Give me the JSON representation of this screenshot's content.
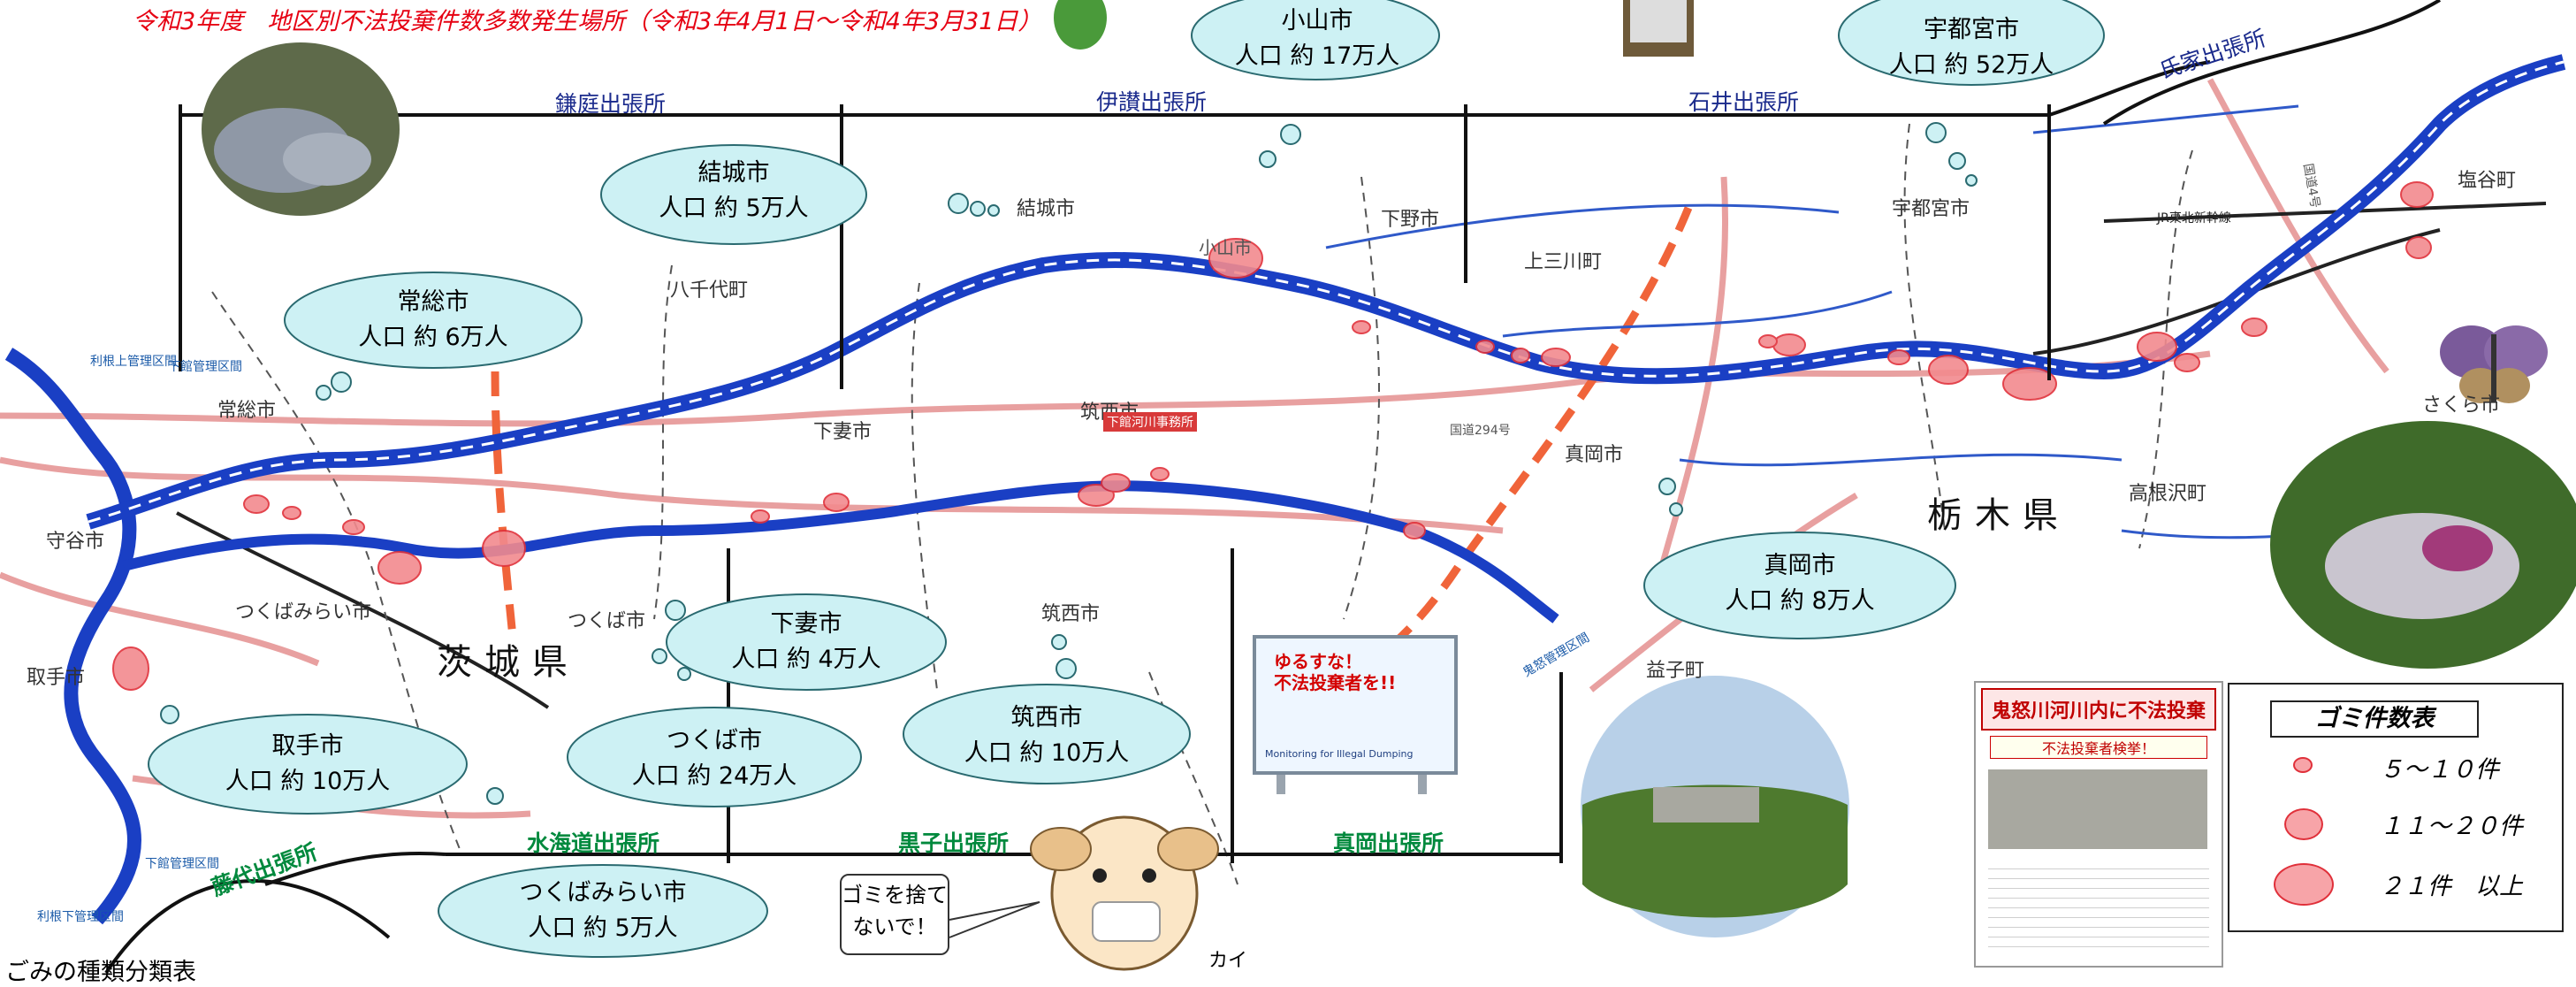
{
  "title": "令和3年度　地区別不法投棄件数多数発生場所（令和3年4月1日～令和4年3月31日）",
  "footer": "ごみの種類分類表",
  "clouds": [
    {
      "name": "小山市",
      "pop": "人口 約 17万人"
    },
    {
      "name": "宇都宮市",
      "pop": "人口 約 52万人"
    },
    {
      "name": "結城市",
      "pop": "人口 約 5万人"
    },
    {
      "name": "常総市",
      "pop": "人口 約 6万人"
    },
    {
      "name": "下妻市",
      "pop": "人口 約 4万人"
    },
    {
      "name": "筑西市",
      "pop": "人口 約 10万人"
    },
    {
      "name": "取手市",
      "pop": "人口 約 10万人"
    },
    {
      "name": "つくば市",
      "pop": "人口 約 24万人"
    },
    {
      "name": "つくばみらい市",
      "pop": "人口 約 5万人"
    },
    {
      "name": "真岡市",
      "pop": "人口 約 8万人"
    }
  ],
  "offices_top": [
    "鎌庭出張所",
    "伊讃出張所",
    "石井出張所",
    "氏家出張所"
  ],
  "offices_bottom": [
    "水海道出張所",
    "黒子出張所",
    "真岡出張所",
    "藤代出張所"
  ],
  "places": [
    "結城市",
    "下野市",
    "宇都宮市",
    "塩谷町",
    "八千代町",
    "上三川町",
    "さくら市",
    "常総市",
    "筑西市",
    "真岡市",
    "高根沢町",
    "守谷市",
    "つくばみらい市",
    "つくば市",
    "下妻市",
    "筑西市",
    "益子町",
    "取手市"
  ],
  "prefectures": [
    "茨城県",
    "栃木県"
  ],
  "map_notes": [
    "利根上管理区間",
    "下館管理区間",
    "利根下管理区間",
    "下館管理区間",
    "鬼怒管理区間",
    "下館河川事務所",
    "国道294号",
    "国道4号",
    "JR東北新幹線",
    "小山市"
  ],
  "legend": {
    "title": "ゴミ件数表",
    "rows": [
      "５～１０件",
      "１１～２０件",
      "２１件　以上"
    ]
  },
  "character": {
    "speech_line1": "ゴミを捨て",
    "speech_line2": "ないで！",
    "name": "カイ"
  },
  "poster": {
    "headline": "鬼怒川河川内に不法投棄",
    "sub": "不法投棄者検挙！"
  },
  "sign": {
    "line1": "ゆるすな！",
    "line2": "不法投棄者を!!",
    "small": "Monitoring for Illegal Dumping"
  },
  "colors": {
    "river": "#1a3fc4",
    "road": "#e8a0a0",
    "hotspot_fill": "#f28a8e",
    "hotspot_stroke": "#e0303a",
    "cloud": "#cdf1f4",
    "title": "#e60012"
  }
}
